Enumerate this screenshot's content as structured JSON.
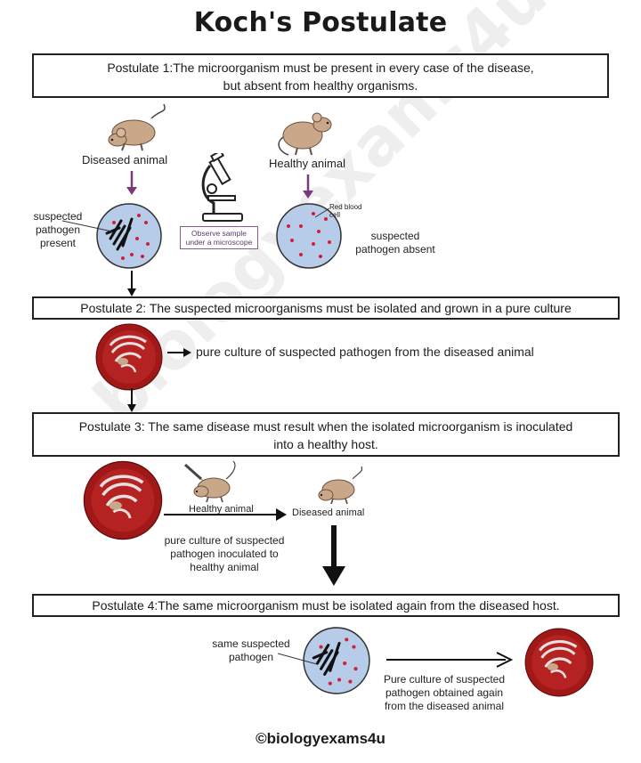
{
  "title": "Koch's Postulate",
  "watermark": "biologyexams4u",
  "postulate1": {
    "line1": "Postulate 1:The microorganism must be present in every case of the disease,",
    "line2": "but absent from healthy organisms.",
    "diseased_label": "Diseased animal",
    "healthy_label": "Healthy animal",
    "pathogen_present_l1": "suspected",
    "pathogen_present_l2": "pathogen",
    "pathogen_present_l3": "present",
    "scope_caption_l1": "Observe sample",
    "scope_caption_l2": "under a microscope",
    "rbc_l1": "Red blood",
    "rbc_l2": "cell",
    "pathogen_absent_l1": "suspected",
    "pathogen_absent_l2": "pathogen absent"
  },
  "postulate2": {
    "text": "Postulate 2: The suspected microorganisms must be isolated and grown in a pure culture",
    "culture_label": "pure culture of suspected pathogen from the diseased animal"
  },
  "postulate3": {
    "line1": "Postulate 3: The same disease must result when the isolated microorganism is inoculated",
    "line2": "into a healthy host.",
    "healthy_label": "Healthy animal",
    "diseased_label": "Diseased animal",
    "inoc_l1": "pure culture of suspected",
    "inoc_l2": "pathogen inoculated to",
    "inoc_l3": "healthy animal"
  },
  "postulate4": {
    "text": "Postulate 4:The same microorganism must be isolated again from the diseased host.",
    "same_l1": "same suspected",
    "same_l2": "pathogen",
    "again_l1": "Pure culture of suspected",
    "again_l2": "pathogen obtained again",
    "again_l3": "from the diseased animal"
  },
  "footer": "©biologyexams4u",
  "colors": {
    "slide_fill": "#b7cce8",
    "rbc": "#d0203a",
    "petri_red": "#a01818",
    "mouse": "#c9a88a",
    "purple_arrow": "#7a3a7a"
  }
}
